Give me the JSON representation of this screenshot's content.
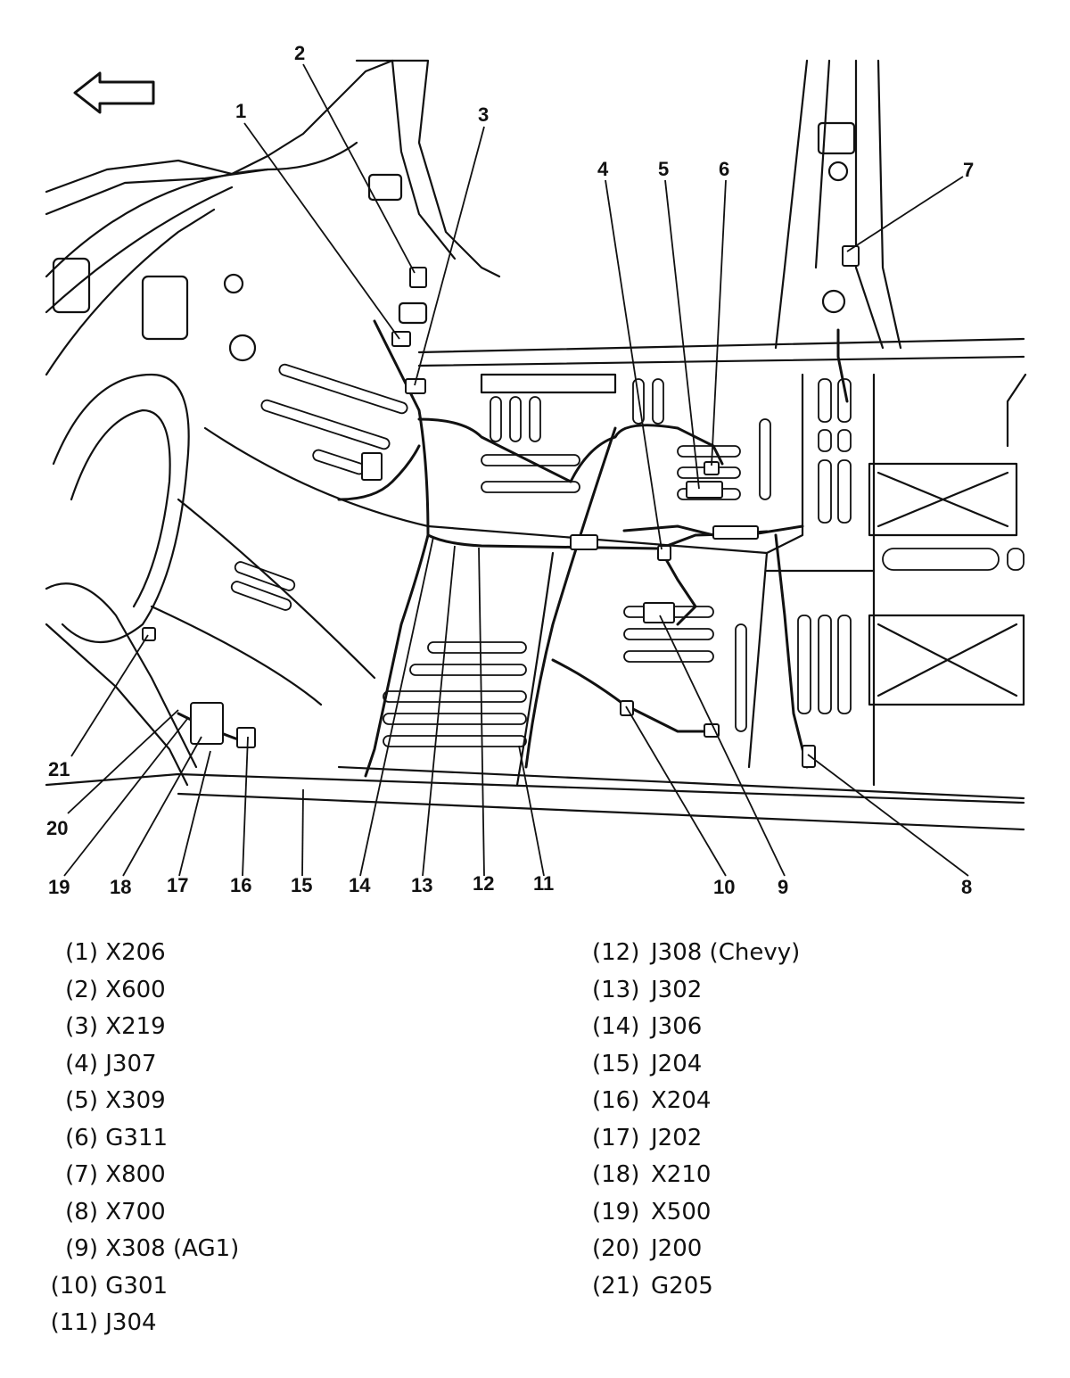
{
  "callouts": [
    {
      "n": "1"
    },
    {
      "n": "2"
    },
    {
      "n": "3"
    },
    {
      "n": "4"
    },
    {
      "n": "5"
    },
    {
      "n": "6"
    },
    {
      "n": "7"
    },
    {
      "n": "8"
    },
    {
      "n": "9"
    },
    {
      "n": "10"
    },
    {
      "n": "11"
    },
    {
      "n": "12"
    },
    {
      "n": "13"
    },
    {
      "n": "14"
    },
    {
      "n": "15"
    },
    {
      "n": "16"
    },
    {
      "n": "17"
    },
    {
      "n": "18"
    },
    {
      "n": "19"
    },
    {
      "n": "20"
    },
    {
      "n": "21"
    }
  ],
  "legend_left": [
    {
      "num": "(1)",
      "code": "X206"
    },
    {
      "num": "(2)",
      "code": "X600"
    },
    {
      "num": "(3)",
      "code": "X219"
    },
    {
      "num": "(4)",
      "code": "J307"
    },
    {
      "num": "(5)",
      "code": "X309"
    },
    {
      "num": "(6)",
      "code": "G311"
    },
    {
      "num": "(7)",
      "code": "X800"
    },
    {
      "num": "(8)",
      "code": "X700"
    },
    {
      "num": "(9)",
      "code": "X308 (AG1)"
    },
    {
      "num": "(10)",
      "code": "G301"
    },
    {
      "num": "(11)",
      "code": "J304"
    }
  ],
  "legend_right": [
    {
      "num": "(12)",
      "code": "J308 (Chevy)"
    },
    {
      "num": "(13)",
      "code": "J302"
    },
    {
      "num": "(14)",
      "code": "J306"
    },
    {
      "num": "(15)",
      "code": "J204"
    },
    {
      "num": "(16)",
      "code": "X204"
    },
    {
      "num": "(17)",
      "code": "J202"
    },
    {
      "num": "(18)",
      "code": "X210"
    },
    {
      "num": "(19)",
      "code": "X500"
    },
    {
      "num": "(20)",
      "code": "J200"
    },
    {
      "num": "(21)",
      "code": "G205"
    }
  ],
  "icons": {
    "direction": "left-arrow-icon"
  }
}
